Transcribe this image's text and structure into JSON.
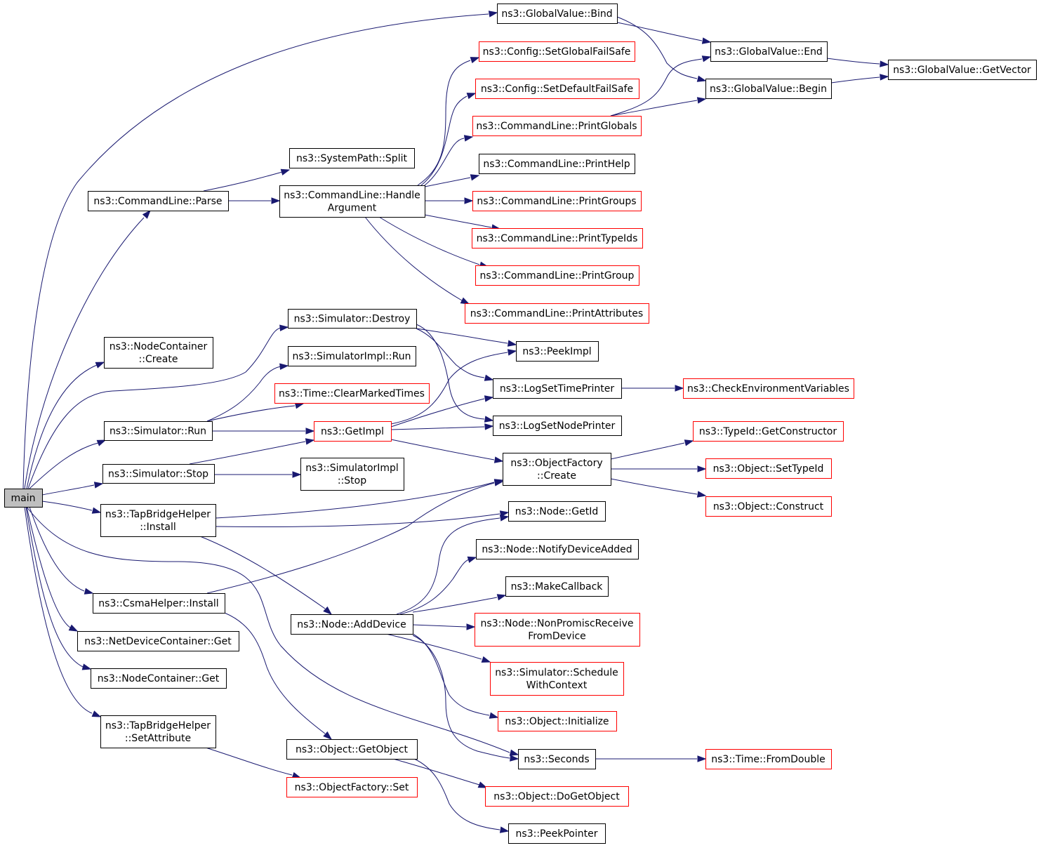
{
  "colors": {
    "edge": "#191970",
    "border_documented": "#000000",
    "border_undocumented": "#ff0000",
    "root_fill": "#bfbfbf",
    "background": "#ffffff"
  },
  "nodes": {
    "main": {
      "lines": [
        "main"
      ],
      "style": "root"
    },
    "cl_parse": {
      "lines": [
        "ns3::CommandLine::Parse"
      ],
      "style": "black"
    },
    "nodecont_create": {
      "lines": [
        "ns3::NodeContainer",
        "::Create"
      ],
      "style": "black"
    },
    "sim_destroy": {
      "lines": [
        "ns3::Simulator::Destroy"
      ],
      "style": "black"
    },
    "sim_run": {
      "lines": [
        "ns3::Simulator::Run"
      ],
      "style": "black"
    },
    "sim_stop": {
      "lines": [
        "ns3::Simulator::Stop"
      ],
      "style": "black"
    },
    "tap_install": {
      "lines": [
        "ns3::TapBridgeHelper",
        "::Install"
      ],
      "style": "black"
    },
    "csma_install": {
      "lines": [
        "ns3::CsmaHelper::Install"
      ],
      "style": "black"
    },
    "netdevcont_get": {
      "lines": [
        "ns3::NetDeviceContainer::Get"
      ],
      "style": "black"
    },
    "nodecont_get": {
      "lines": [
        "ns3::NodeContainer::Get"
      ],
      "style": "black"
    },
    "tap_setattr": {
      "lines": [
        "ns3::TapBridgeHelper",
        "::SetAttribute"
      ],
      "style": "black"
    },
    "syspath_split": {
      "lines": [
        "ns3::SystemPath::Split"
      ],
      "style": "black"
    },
    "cl_handlearg": {
      "lines": [
        "ns3::CommandLine::Handle",
        "Argument"
      ],
      "style": "black"
    },
    "simimpl_run": {
      "lines": [
        "ns3::SimulatorImpl::Run"
      ],
      "style": "black"
    },
    "time_clearmarked": {
      "lines": [
        "ns3::Time::ClearMarkedTimes"
      ],
      "style": "red"
    },
    "getimpl": {
      "lines": [
        "ns3::GetImpl"
      ],
      "style": "red"
    },
    "simimpl_stop": {
      "lines": [
        "ns3::SimulatorImpl",
        "::Stop"
      ],
      "style": "black"
    },
    "node_adddevice": {
      "lines": [
        "ns3::Node::AddDevice"
      ],
      "style": "black"
    },
    "obj_getobject": {
      "lines": [
        "ns3::Object::GetObject"
      ],
      "style": "black"
    },
    "objfac_set": {
      "lines": [
        "ns3::ObjectFactory::Set"
      ],
      "style": "red"
    },
    "gv_bind": {
      "lines": [
        "ns3::GlobalValue::Bind"
      ],
      "style": "black"
    },
    "cfg_setglobal": {
      "lines": [
        "ns3::Config::SetGlobalFailSafe"
      ],
      "style": "red"
    },
    "cfg_setdefault": {
      "lines": [
        "ns3::Config::SetDefaultFailSafe"
      ],
      "style": "red"
    },
    "cl_printglobals": {
      "lines": [
        "ns3::CommandLine::PrintGlobals"
      ],
      "style": "red"
    },
    "cl_printhelp": {
      "lines": [
        "ns3::CommandLine::PrintHelp"
      ],
      "style": "black"
    },
    "cl_printgroups": {
      "lines": [
        "ns3::CommandLine::PrintGroups"
      ],
      "style": "red"
    },
    "cl_printtypeids": {
      "lines": [
        "ns3::CommandLine::PrintTypeIds"
      ],
      "style": "red"
    },
    "cl_printgroup": {
      "lines": [
        "ns3::CommandLine::PrintGroup"
      ],
      "style": "red"
    },
    "cl_printattrs": {
      "lines": [
        "ns3::CommandLine::PrintAttributes"
      ],
      "style": "red"
    },
    "peekimpl": {
      "lines": [
        "ns3::PeekImpl"
      ],
      "style": "black"
    },
    "logsettime": {
      "lines": [
        "ns3::LogSetTimePrinter"
      ],
      "style": "black"
    },
    "logsetnode": {
      "lines": [
        "ns3::LogSetNodePrinter"
      ],
      "style": "black"
    },
    "objfac_create": {
      "lines": [
        "ns3::ObjectFactory",
        "::Create"
      ],
      "style": "black"
    },
    "node_getid": {
      "lines": [
        "ns3::Node::GetId"
      ],
      "style": "black"
    },
    "node_notify": {
      "lines": [
        "ns3::Node::NotifyDeviceAdded"
      ],
      "style": "black"
    },
    "makecallback": {
      "lines": [
        "ns3::MakeCallback"
      ],
      "style": "black"
    },
    "node_nonpromisc": {
      "lines": [
        "ns3::Node::NonPromiscReceive",
        "FromDevice"
      ],
      "style": "red"
    },
    "sim_schedctx": {
      "lines": [
        "ns3::Simulator::Schedule",
        "WithContext"
      ],
      "style": "red"
    },
    "obj_initialize": {
      "lines": [
        "ns3::Object::Initialize"
      ],
      "style": "red"
    },
    "seconds": {
      "lines": [
        "ns3::Seconds"
      ],
      "style": "black"
    },
    "obj_dogetobject": {
      "lines": [
        "ns3::Object::DoGetObject"
      ],
      "style": "red"
    },
    "peekpointer": {
      "lines": [
        "ns3::PeekPointer"
      ],
      "style": "black"
    },
    "gv_end": {
      "lines": [
        "ns3::GlobalValue::End"
      ],
      "style": "black"
    },
    "gv_begin": {
      "lines": [
        "ns3::GlobalValue::Begin"
      ],
      "style": "black"
    },
    "checkenv": {
      "lines": [
        "ns3::CheckEnvironmentVariables"
      ],
      "style": "red"
    },
    "typeid_getctor": {
      "lines": [
        "ns3::TypeId::GetConstructor"
      ],
      "style": "red"
    },
    "obj_settypeid": {
      "lines": [
        "ns3::Object::SetTypeId"
      ],
      "style": "red"
    },
    "obj_construct": {
      "lines": [
        "ns3::Object::Construct"
      ],
      "style": "red"
    },
    "time_fromdouble": {
      "lines": [
        "ns3::Time::FromDouble"
      ],
      "style": "red"
    },
    "gv_getvector": {
      "lines": [
        "ns3::GlobalValue::GetVector"
      ],
      "style": "black"
    }
  },
  "edges": [
    [
      "main",
      "gv_bind"
    ],
    [
      "main",
      "cl_parse"
    ],
    [
      "main",
      "nodecont_create"
    ],
    [
      "main",
      "sim_destroy"
    ],
    [
      "main",
      "sim_run"
    ],
    [
      "main",
      "sim_stop"
    ],
    [
      "main",
      "tap_install"
    ],
    [
      "main",
      "csma_install"
    ],
    [
      "main",
      "netdevcont_get"
    ],
    [
      "main",
      "nodecont_get"
    ],
    [
      "main",
      "tap_setattr"
    ],
    [
      "main",
      "seconds"
    ],
    [
      "cl_parse",
      "syspath_split"
    ],
    [
      "cl_parse",
      "cl_handlearg"
    ],
    [
      "cl_handlearg",
      "cfg_setglobal"
    ],
    [
      "cl_handlearg",
      "cfg_setdefault"
    ],
    [
      "cl_handlearg",
      "cl_printglobals"
    ],
    [
      "cl_handlearg",
      "cl_printhelp"
    ],
    [
      "cl_handlearg",
      "cl_printgroups"
    ],
    [
      "cl_handlearg",
      "cl_printtypeids"
    ],
    [
      "cl_handlearg",
      "cl_printgroup"
    ],
    [
      "cl_handlearg",
      "cl_printattrs"
    ],
    [
      "cl_printglobals",
      "gv_end"
    ],
    [
      "cl_printglobals",
      "gv_begin"
    ],
    [
      "gv_bind",
      "gv_end"
    ],
    [
      "gv_bind",
      "gv_begin"
    ],
    [
      "gv_end",
      "gv_getvector"
    ],
    [
      "gv_begin",
      "gv_getvector"
    ],
    [
      "sim_destroy",
      "peekimpl"
    ],
    [
      "sim_destroy",
      "logsettime"
    ],
    [
      "sim_destroy",
      "logsetnode"
    ],
    [
      "sim_run",
      "simimpl_run"
    ],
    [
      "sim_run",
      "time_clearmarked"
    ],
    [
      "sim_run",
      "getimpl"
    ],
    [
      "sim_stop",
      "getimpl"
    ],
    [
      "sim_stop",
      "simimpl_stop"
    ],
    [
      "getimpl",
      "peekimpl"
    ],
    [
      "getimpl",
      "logsettime"
    ],
    [
      "getimpl",
      "logsetnode"
    ],
    [
      "getimpl",
      "objfac_create"
    ],
    [
      "logsettime",
      "checkenv"
    ],
    [
      "objfac_create",
      "typeid_getctor"
    ],
    [
      "objfac_create",
      "obj_settypeid"
    ],
    [
      "objfac_create",
      "obj_construct"
    ],
    [
      "tap_install",
      "objfac_create"
    ],
    [
      "tap_install",
      "node_getid"
    ],
    [
      "tap_install",
      "node_adddevice"
    ],
    [
      "csma_install",
      "objfac_create"
    ],
    [
      "csma_install",
      "obj_getobject"
    ],
    [
      "node_adddevice",
      "node_getid"
    ],
    [
      "node_adddevice",
      "node_notify"
    ],
    [
      "node_adddevice",
      "makecallback"
    ],
    [
      "node_adddevice",
      "node_nonpromisc"
    ],
    [
      "node_adddevice",
      "sim_schedctx"
    ],
    [
      "node_adddevice",
      "obj_initialize"
    ],
    [
      "node_adddevice",
      "seconds"
    ],
    [
      "seconds",
      "time_fromdouble"
    ],
    [
      "obj_getobject",
      "obj_dogetobject"
    ],
    [
      "obj_getobject",
      "peekpointer"
    ],
    [
      "tap_setattr",
      "objfac_set"
    ]
  ]
}
